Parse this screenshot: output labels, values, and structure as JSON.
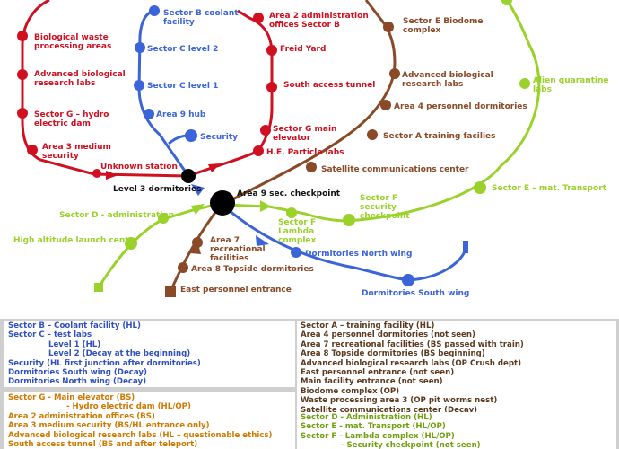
{
  "colors": {
    "red": "#d01020",
    "blue": "#3a64d8",
    "brown": "#8a4a28",
    "green": "#9ad12a",
    "black": "#000000",
    "legend_bg": "#cfcfcf",
    "legend_blue_text": "#3050c0",
    "legend_brown_text": "#5a3a20",
    "legend_orange_text": "#d07800",
    "legend_green_text": "#70a010"
  },
  "map": {
    "labels": {
      "bio_waste": "Biological waste\nprocessing areas",
      "adv_bio_red": "Advanced biological\nresearch labs",
      "sector_g_hydro": "Sector G – hydro\nelectric dam",
      "area3": "Area 3 medium\nsecurity",
      "unknown_station": "Unknown station",
      "level3_dorm": "Level 3 dormitories",
      "sector_b_coolant": "Sector B coolant\nfacility",
      "sector_c_l2": "Sector C level 2",
      "sector_c_l1": "Sector C level 1",
      "area9_hub": "Area 9 hub",
      "security": "Security",
      "area2_admin": "Area 2 administration\noffices Sector B",
      "freid_yard": "Freid Yard",
      "south_access": "South access tunnel",
      "sector_g_main": "Sector G main\nelevator",
      "he_particle": "H.E. Particle labs",
      "sector_e_biodome": "Sector E Biodome\ncomplex",
      "adv_bio_brown": "Advanced biological\nresearch labs",
      "area4_personnel": "Area 4 personnel dormitories",
      "sector_a_training": "Sector A training facilies",
      "satellite": "Satellite communications center",
      "alien_quarantine": "Alien quarantine\nlabs",
      "sector_e_transport": "Sector E – mat. Transport",
      "area9_checkpoint": "Area 9 sec. checkpoint",
      "sector_f_security": "Sector F\nsecurity\ncheckpoint",
      "sector_f_lambda": "Sector F\nLambda\ncomplex",
      "sector_d_admin": "Sector D - administration",
      "high_altitude": "High altitude launch center",
      "area7_rec": "Area 7\nrecreational\nfacilities",
      "area8_topside": "Area 8 Topside dormitories",
      "east_entrance": "East personnel entrance",
      "dorm_north": "Dormitories North wing",
      "dorm_south": "Dormitories South wing"
    }
  },
  "legend": {
    "blue": [
      "Sector B – Coolant facility (HL)",
      "Sector C – test labs",
      "Level 1 (HL)",
      "Level 2 (Decay at the beginning)",
      "Security (HL first junction after dormitories)",
      "Dormitories South wing (Decay)",
      "Dormitories North wing (Decay)"
    ],
    "brown": [
      "Sector A – training facility (HL)",
      "Area 4 personnel dormitories (not seen)",
      "Area 7 recreational facilities (BS passed with train)",
      "Area 8 Topside dormitories (BS beginning)",
      "Advanced biological research labs (OP Crush dept)",
      "East personnel entrance (not seen)",
      "Main facility entrance (not seen)",
      "Biodome complex (OP)",
      "Waste processing area 3 (OP pit worms nest)",
      "Satellite communications center (Decay)"
    ],
    "orange": [
      "Sector G - Main elevator (BS)",
      "- Hydro electric dam (HL/OP)",
      "Area 2 administration offices (BS)",
      "Area 3 medium security (BS/HL entrance only)",
      "Advanced biological research labs (HL – questionable ethics)",
      "South access tunnel (BS and after teleport)"
    ],
    "green": [
      "Sector D - Administration (HL)",
      "Sector E - mat. Transport (HL/OP)",
      "Sector F - Lambda complex (HL/OP)",
      "- Security checkpoint (not seen)"
    ]
  }
}
